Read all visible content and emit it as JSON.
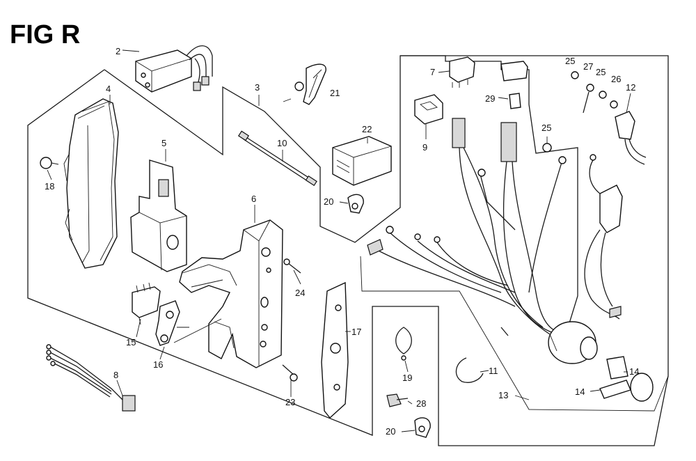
{
  "title": "FIG R",
  "callouts": [
    {
      "id": "c2",
      "text": "2"
    },
    {
      "id": "c3",
      "text": "3"
    },
    {
      "id": "c4",
      "text": "4"
    },
    {
      "id": "c5",
      "text": "5"
    },
    {
      "id": "c6",
      "text": "6"
    },
    {
      "id": "c7",
      "text": "7"
    },
    {
      "id": "c8",
      "text": "8"
    },
    {
      "id": "c9",
      "text": "9"
    },
    {
      "id": "c10",
      "text": "10"
    },
    {
      "id": "c11",
      "text": "11"
    },
    {
      "id": "c12",
      "text": "12"
    },
    {
      "id": "c13",
      "text": "13"
    },
    {
      "id": "c14a",
      "text": "14"
    },
    {
      "id": "c14b",
      "text": "14"
    },
    {
      "id": "c15",
      "text": "15"
    },
    {
      "id": "c16",
      "text": "16"
    },
    {
      "id": "c17",
      "text": "17"
    },
    {
      "id": "c18",
      "text": "18"
    },
    {
      "id": "c19",
      "text": "19"
    },
    {
      "id": "c20a",
      "text": "20"
    },
    {
      "id": "c20b",
      "text": "20"
    },
    {
      "id": "c21",
      "text": "21"
    },
    {
      "id": "c22",
      "text": "22"
    },
    {
      "id": "c23",
      "text": "23"
    },
    {
      "id": "c24",
      "text": "24"
    },
    {
      "id": "c25a",
      "text": "25"
    },
    {
      "id": "c25b",
      "text": "25"
    },
    {
      "id": "c25c",
      "text": "25"
    },
    {
      "id": "c26",
      "text": "26"
    },
    {
      "id": "c27",
      "text": "27"
    },
    {
      "id": "c28",
      "text": "28"
    },
    {
      "id": "c29",
      "text": "29"
    }
  ]
}
